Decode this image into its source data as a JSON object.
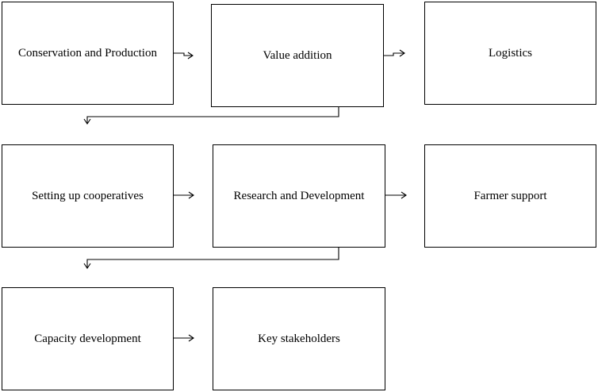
{
  "diagram": {
    "boxes": [
      "Conservation and Production",
      "Value addition",
      "Logistics",
      "Setting up cooperatives",
      "Research and Development",
      "Farmer support",
      "Capacity development",
      "Key stakeholders"
    ]
  }
}
